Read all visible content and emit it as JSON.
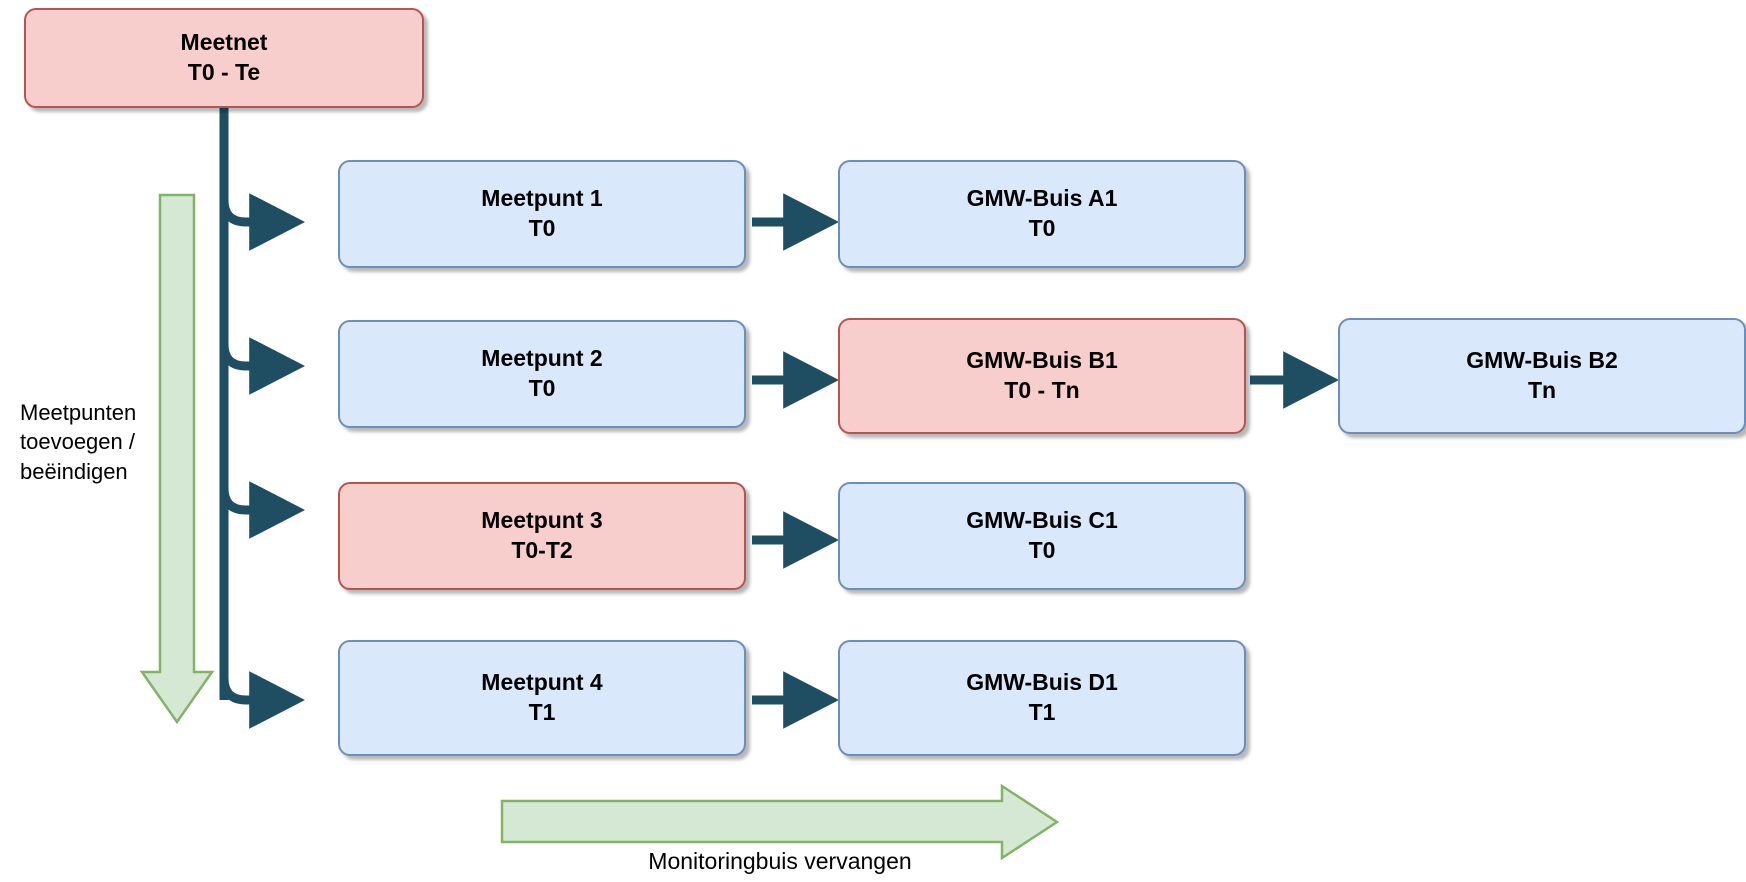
{
  "diagram": {
    "title_colors": {
      "blue_fill": "#dae8fc",
      "blue_stroke": "#6c8ebf",
      "red_fill": "#f8cecc",
      "red_stroke": "#b85450",
      "connector": "#1f4e63",
      "green_fill": "#d5e8d4",
      "green_stroke": "#82b366"
    },
    "nodes": [
      {
        "id": "meetnet",
        "line1": "Meetnet",
        "line2": "T0 - Te",
        "style": "red"
      },
      {
        "id": "mp1",
        "line1": "Meetpunt 1",
        "line2": "T0",
        "style": "blue"
      },
      {
        "id": "mp2",
        "line1": "Meetpunt 2",
        "line2": "T0",
        "style": "blue"
      },
      {
        "id": "mp3",
        "line1": "Meetpunt 3",
        "line2": "T0-T2",
        "style": "red"
      },
      {
        "id": "mp4",
        "line1": "Meetpunt 4",
        "line2": "T1",
        "style": "blue"
      },
      {
        "id": "buisA1",
        "line1": "GMW-Buis A1",
        "line2": "T0",
        "style": "blue"
      },
      {
        "id": "buisB1",
        "line1": "GMW-Buis B1",
        "line2": "T0 - Tn",
        "style": "red"
      },
      {
        "id": "buisC1",
        "line1": "GMW-Buis C1",
        "line2": "T0",
        "style": "blue"
      },
      {
        "id": "buisD1",
        "line1": "GMW-Buis D1",
        "line2": "T1",
        "style": "blue"
      },
      {
        "id": "buisB2",
        "line1": "GMW-Buis B2",
        "line2": "Tn",
        "style": "blue"
      }
    ],
    "annotations": {
      "left_arrow_label": "Meetpunten\ntoevoegen /\nbeëindigen",
      "bottom_arrow_label": "Monitoringbuis vervangen"
    }
  }
}
